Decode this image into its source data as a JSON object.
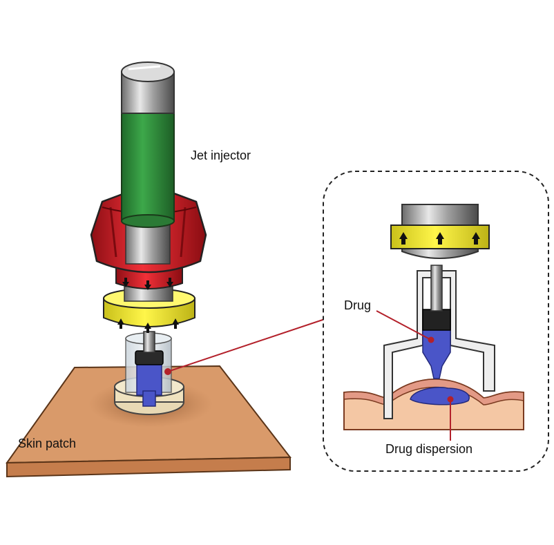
{
  "labels": {
    "jet_injector": "Jet injector",
    "skin_patch": "Skin patch",
    "drug": "Drug",
    "drug_dispersion": "Drug dispersion"
  },
  "colors": {
    "tube_green": "#2e8a3a",
    "knob_red": "#e0202a",
    "band_yellow": "#f5ee2a",
    "drug_blue": "#4a55c8",
    "skin_tan": "#d99a6a",
    "skin_layer": "#f4c7a4",
    "pointer_line": "#b3202a"
  },
  "icons": {
    "up_arrow": "up-arrow-icon",
    "down_arrow": "down-arrow-icon"
  }
}
